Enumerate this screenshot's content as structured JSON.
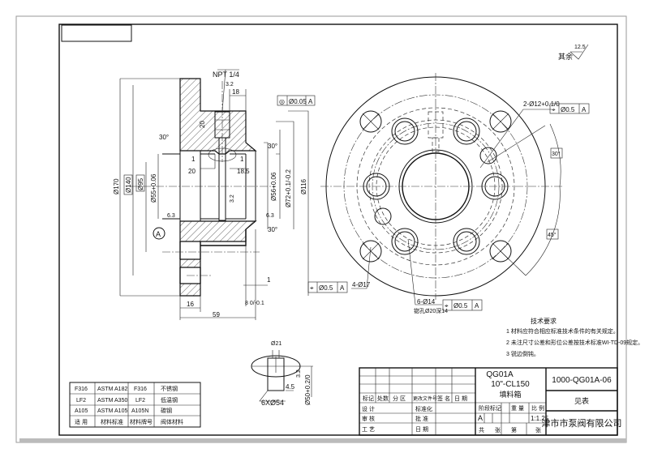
{
  "surface_finish_note": {
    "label": "其余",
    "roughness": "12.5"
  },
  "section_view": {
    "thread_label": "NPT 1/4",
    "thread_roughness": "3.2",
    "dims": {
      "d18": "18",
      "d20_vert": "20",
      "d30_a": "30°",
      "d30_b": "30°",
      "d30_c": "30°",
      "d1_a": "1",
      "d1_b": "1",
      "d1_c": "1",
      "d20": "20",
      "d18_5": "18.5",
      "d170": "Ø170",
      "d140": "Ø140",
      "d95": "Ø95",
      "d55": "Ø55+0.06",
      "d56": "Ø56+0.06",
      "d72": "Ø72+0.1/-0.2",
      "d116": "Ø116",
      "d16": "16",
      "d59": "59",
      "d8": "8 0/-0.1",
      "rough_a": "3.2",
      "rough_b": "6.3",
      "rough_c": "6.3"
    },
    "datum": "A",
    "tolerance": {
      "symbol": "◎",
      "value": "Ø0.05",
      "datum": "A"
    }
  },
  "front_view": {
    "holes_2": {
      "label": "2-Ø12+0.1/0",
      "symbol": "⌖",
      "value": "Ø0.5",
      "datum": "A"
    },
    "holes_4": {
      "label": "4-Ø17",
      "symbol": "⌖",
      "value": "Ø0.5",
      "datum": "A"
    },
    "holes_6": {
      "label": "6-Ø14",
      "sublabel": "锪孔Ø20深14",
      "symbol": "⌖",
      "value": "Ø0.5",
      "datum": "A"
    },
    "angle_30": "30°",
    "angle_45": "45°"
  },
  "detail_view": {
    "top": "Ø21",
    "d4_5": "4.5",
    "d50": "Ø50+0.2/0",
    "teeth": "6XØ54",
    "rough": "3.2"
  },
  "tech_requirements": {
    "title": "技术要求",
    "items": [
      "1 材料应符合相应标准技术条件的有关规定。",
      "2 未注尺寸公差和形位公差按技术标准WI-TD-09规定。",
      "3 锐边倒钝。"
    ]
  },
  "material_table": {
    "rows": [
      [
        "F316",
        "ASTM A182",
        "F316",
        "不锈钢"
      ],
      [
        "LF2",
        "ASTM A350",
        "LF2",
        "低温钢"
      ],
      [
        "A105",
        "ASTM A105",
        "A105N",
        "碳钢"
      ],
      [
        "适 用",
        "材料标准",
        "材料牌号",
        "阀体材料"
      ]
    ]
  },
  "title_block": {
    "part_name_1": "QG01A",
    "part_name_2": "10\"-CL150",
    "part_name_3": "填料箱",
    "drawing_no": "1000-QG01A-06",
    "material": "见表",
    "company": "津市市泵阀有限公司",
    "rev_headers": [
      "标记",
      "处数",
      "分  区",
      "更改文件号",
      "签  名",
      "日  期"
    ],
    "sign_rows": [
      [
        "设  计",
        "标准化"
      ],
      [
        "审  核",
        "批  准"
      ],
      [
        "工  艺",
        "日  期"
      ]
    ],
    "stage_headers": [
      "阶段标记",
      "重  量",
      "比  例"
    ],
    "stage_mark": "A",
    "scale": "1:1.25",
    "sheet_row": [
      "共",
      "张",
      "第",
      "张"
    ]
  }
}
